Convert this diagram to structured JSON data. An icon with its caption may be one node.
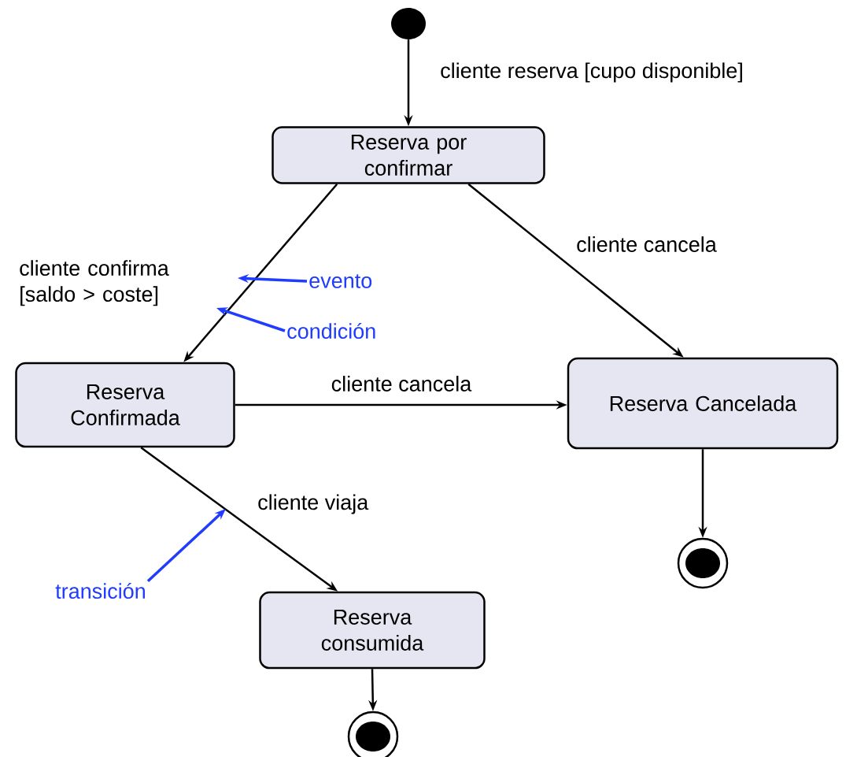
{
  "diagram": {
    "nodes": [
      {
        "text": [],
        "shape": "circle"
      },
      {
        "text": [
          "Reserva por confirmar"
        ]
      },
      {
        "text": [
          "Reserva Confirmada"
        ]
      },
      {
        "text": [
          "Reserva Cancelada"
        ]
      },
      {
        "text": [],
        "shape": "bullseye"
      },
      {
        "text": [
          "Reserva consumida"
        ]
      },
      {
        "text": [],
        "shape": "bullseye"
      },
      {
        "text": [
          "evento"
        ]
      },
      {
        "text": [
          "condición"
        ]
      },
      {
        "text": [
          "transición"
        ]
      }
    ],
    "edges": [
      {
        "from": 0,
        "to": 1,
        "arrow": "to",
        "label": "cliente reserva [cupo disponible]"
      },
      {
        "from": 1,
        "to": 2,
        "arrow": "to",
        "label": "cliente confirma [saldo > coste]"
      },
      {
        "from": 1,
        "to": 3,
        "arrow": "to",
        "label": "cliente cancela"
      },
      {
        "from": 2,
        "to": 3,
        "arrow": "to",
        "label": "cliente cancela"
      },
      {
        "from": 2,
        "to": 5,
        "arrow": "to",
        "label": "cliente viaja"
      },
      {
        "from": 3,
        "to": 4,
        "arrow": "to"
      },
      {
        "from": 5,
        "to": 6,
        "arrow": "to"
      },
      {
        "from": 7,
        "to": null,
        "arrow": "to",
        "color": "#1f3cff"
      },
      {
        "from": 8,
        "to": null,
        "arrow": "to",
        "color": "#1f3cff"
      },
      {
        "from": 9,
        "to": null,
        "arrow": "to",
        "color": "#1f3cff"
      }
    ]
  }
}
